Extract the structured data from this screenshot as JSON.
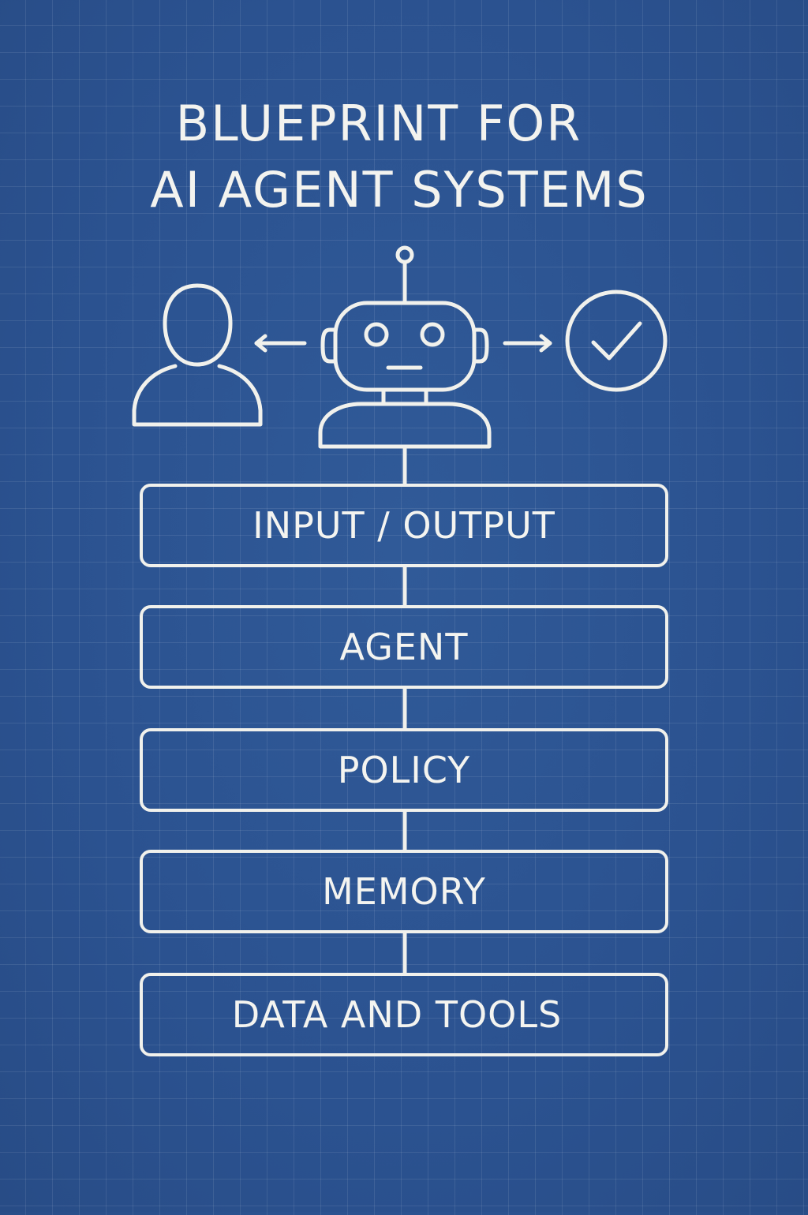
{
  "title": {
    "line1": "BLUEPRINT FOR",
    "line2": "AI AGENT SYSTEMS"
  },
  "icons": {
    "user": "user-icon",
    "robot": "robot-icon",
    "check": "check-circle-icon",
    "arrow_left": "arrow-left-icon",
    "arrow_right": "arrow-right-icon"
  },
  "layers": [
    {
      "label": "INPUT / OUTPUT"
    },
    {
      "label": "AGENT"
    },
    {
      "label": "POLICY"
    },
    {
      "label": "MEMORY"
    },
    {
      "label": "DATA AND TOOLS"
    }
  ],
  "colors": {
    "background": "#2c5490",
    "line": "#f1f1ec",
    "grid": "#4a6fa8"
  }
}
